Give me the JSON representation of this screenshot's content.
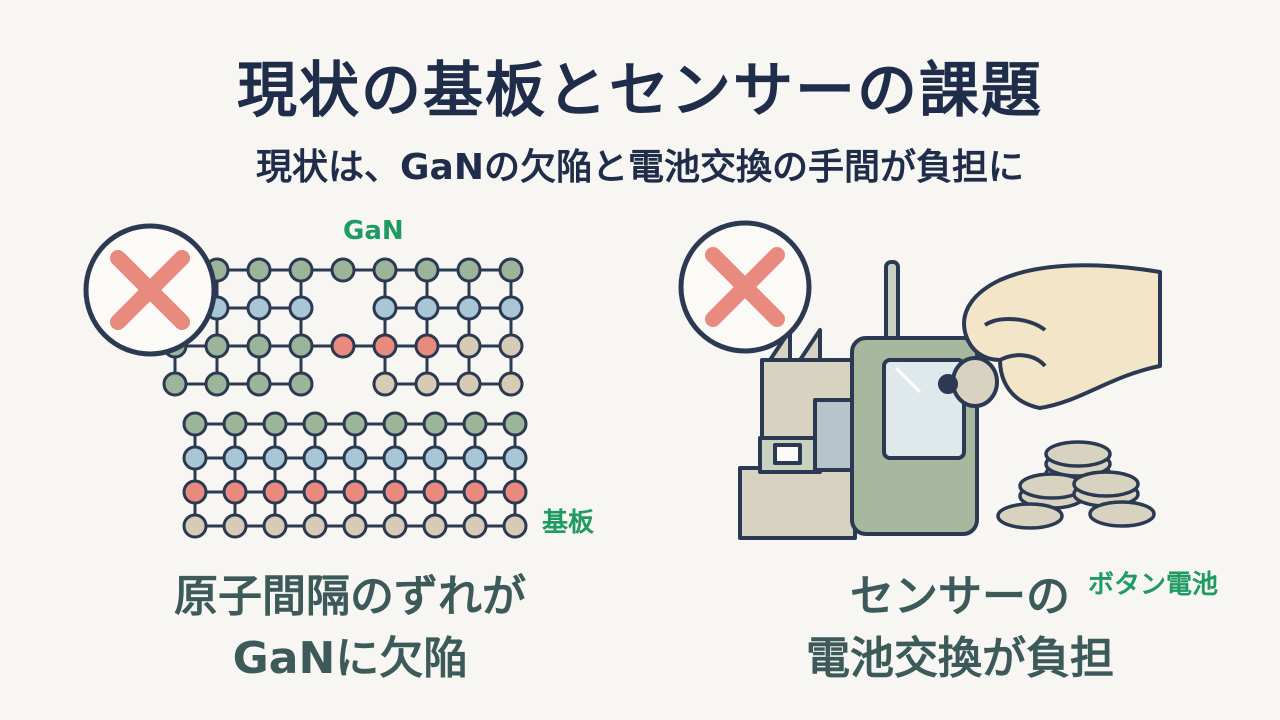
{
  "title": "現状の基板とセンサーの課題",
  "subtitle": "現状は、GaNの欠陥と電池交換の手間が負担に",
  "left_panel": {
    "gan_label": "GaN",
    "substrate_label": "基板",
    "caption_line1": "原子間隔のずれが",
    "caption_line2": "GaNに欠陥"
  },
  "right_panel": {
    "battery_label": "ボタン電池",
    "caption_line1": "センサーの",
    "caption_line2": "電池交換が負担"
  },
  "colors": {
    "title": "#1f2d4a",
    "accent_green": "#1e9a62",
    "caption": "#3d5a5a",
    "cross": "#e88a7e",
    "atom_green": "#9cb59a",
    "atom_blue": "#a8c6d6",
    "atom_red": "#e88a7e",
    "atom_beige": "#d8cbb6"
  },
  "icons": [
    "cross-icon",
    "lattice-diagram",
    "sensor-device-illustration",
    "hand-illustration",
    "button-battery-stack"
  ]
}
